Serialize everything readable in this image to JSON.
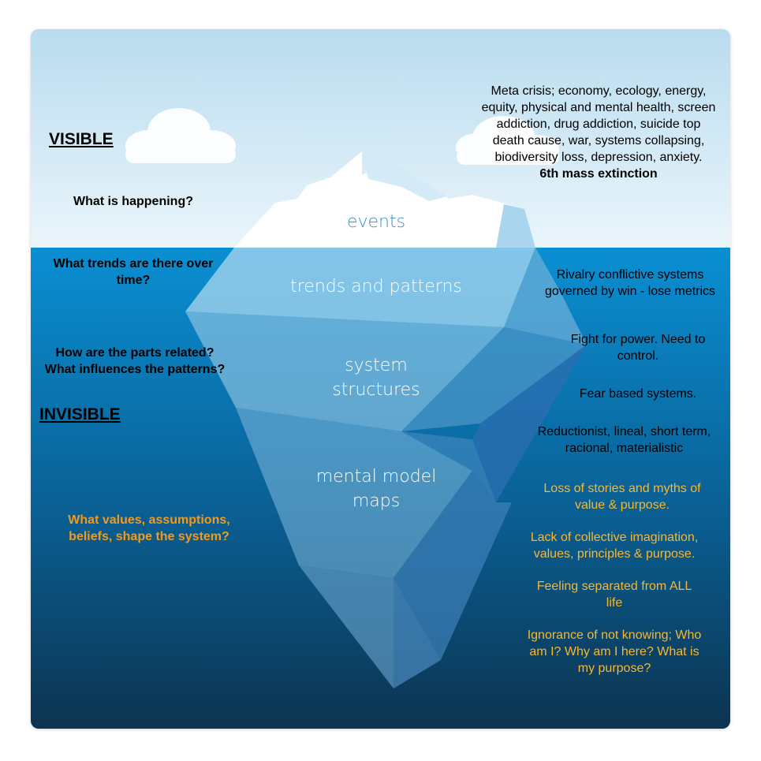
{
  "colors": {
    "sky_top": "#b9dcef",
    "sky_bottom": "#eaf5fb",
    "water_top": "#0a8fd3",
    "water_bottom": "#0c3350",
    "answer_gold": "#f7b731",
    "question_orange": "#f39a1d"
  },
  "left": {
    "visible_heading": "VISIBLE",
    "invisible_heading": "INVISIBLE",
    "q_events": "What is happening?",
    "q_trends": "What trends are there over time?",
    "q_structures": "How are the parts related? What influences the patterns?",
    "q_mental": "What values, assumptions, beliefs, shape the system?"
  },
  "layers": {
    "events": "events",
    "trends": "trends and patterns",
    "structures_1": "system",
    "structures_2": "structures",
    "mental_1": "mental model",
    "mental_2": "maps"
  },
  "right": {
    "events_text": "Meta crisis; economy, ecology, energy, equity, physical and mental health, screen addiction, drug addiction, suicide top death cause, war, systems collapsing, biodiversity loss, depression, anxiety.",
    "events_emphasis": "6th mass extinction",
    "trends_text": "Rivalry conflictive systems governed by win - lose metrics",
    "struct_text_1": "Fight for power. Need to control.",
    "struct_text_2": "Fear based systems.",
    "struct_text_3": "Reductionist, lineal, short term, racional, materialistic",
    "mental_text_1": "Loss of stories and myths of value & purpose.",
    "mental_text_2": "Lack of collective imagination, values, principles & purpose.",
    "mental_text_3": "Feeling separated from ALL life",
    "mental_text_4": "Ignorance of not knowing; Who am I? Why am I here? What is my purpose?"
  }
}
